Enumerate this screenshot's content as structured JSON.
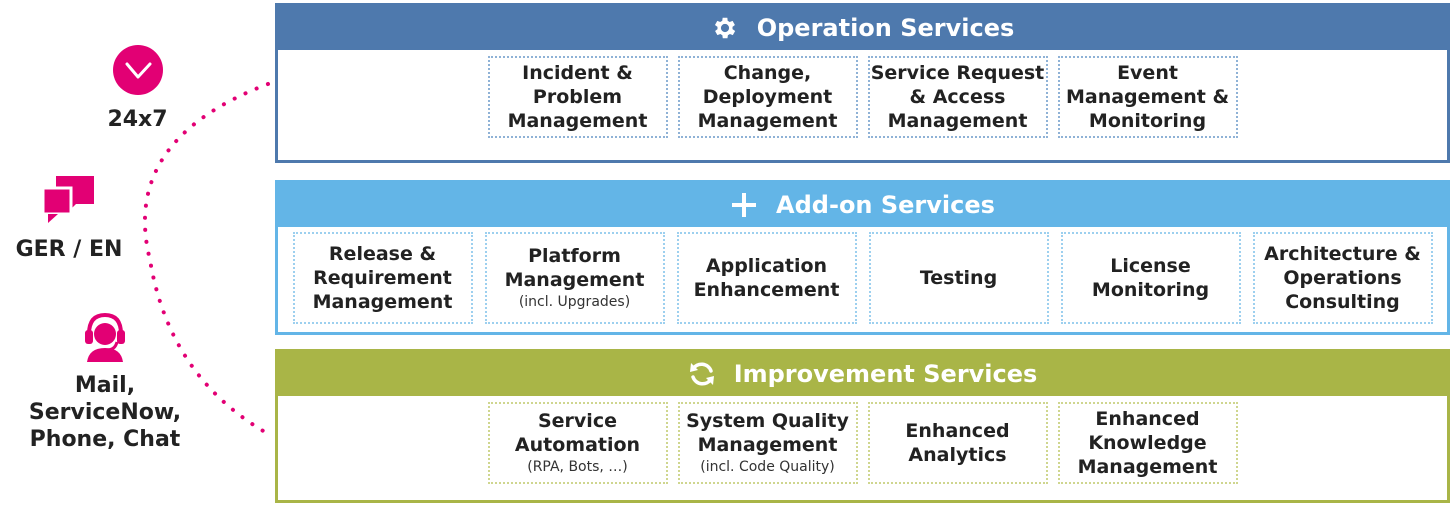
{
  "channels": [
    {
      "label": "24x7",
      "icon": "clock-icon"
    },
    {
      "label": "GER / EN",
      "icon": "chat-bubbles-icon"
    },
    {
      "label": "Mail,\nServiceNow,\nPhone, Chat",
      "icon": "headset-agent-icon"
    }
  ],
  "colors": {
    "magenta": "#e20074",
    "operation": "#4e79ad",
    "addon": "#63b5e7",
    "improvement": "#a9b547"
  },
  "operation": {
    "title": "Operation Services",
    "icon": "gear-icon",
    "items": [
      {
        "title": "Incident &\nProblem\nManagement",
        "note": ""
      },
      {
        "title": "Change,\nDeployment\nManagement",
        "note": ""
      },
      {
        "title": "Service Request\n& Access\nManagement",
        "note": ""
      },
      {
        "title": "Event\nManagement &\nMonitoring",
        "note": ""
      }
    ]
  },
  "addon": {
    "title": "Add-on Services",
    "icon": "plus-icon",
    "items": [
      {
        "title": "Release &\nRequirement\nManagement",
        "note": ""
      },
      {
        "title": "Platform\nManagement",
        "note": "(incl. Upgrades)"
      },
      {
        "title": "Application\nEnhancement",
        "note": ""
      },
      {
        "title": "Testing",
        "note": ""
      },
      {
        "title": "License\nMonitoring",
        "note": ""
      },
      {
        "title": "Architecture &\nOperations\nConsulting",
        "note": ""
      }
    ]
  },
  "improvement": {
    "title": "Improvement Services",
    "icon": "refresh-icon",
    "items": [
      {
        "title": "Service\nAutomation",
        "note": "(RPA, Bots, …)"
      },
      {
        "title": "System Quality\nManagement",
        "note": "(incl. Code Quality)"
      },
      {
        "title": "Enhanced\nAnalytics",
        "note": ""
      },
      {
        "title": "Enhanced\nKnowledge\nManagement",
        "note": ""
      }
    ]
  }
}
